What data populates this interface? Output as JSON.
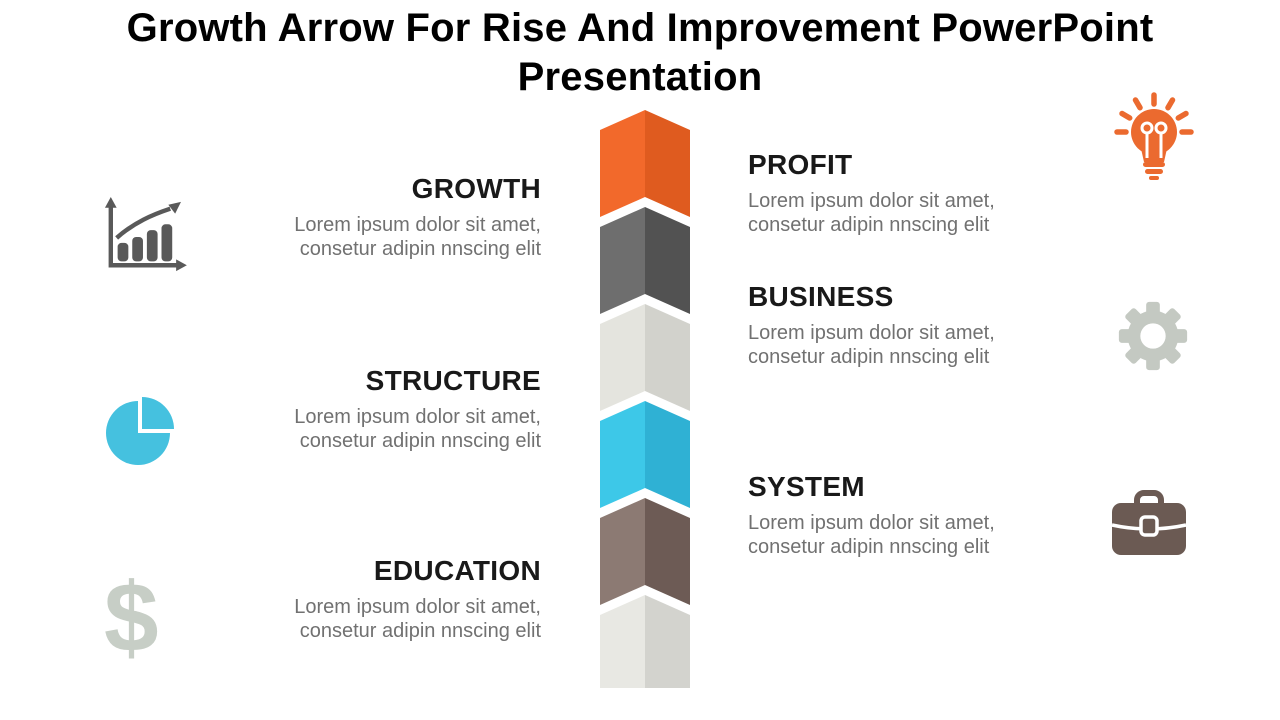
{
  "slide_title": "Growth Arrow For Rise And Improvement PowerPoint Presentation",
  "left_items": [
    {
      "label": "GROWTH",
      "description": "Lorem ipsum dolor sit amet, consetur adipin nnscing elit",
      "icon": "bar-chart-icon"
    },
    {
      "label": "STRUCTURE",
      "description": "Lorem ipsum dolor sit amet, consetur adipin nnscing elit",
      "icon": "pie-chart-icon"
    },
    {
      "label": "EDUCATION",
      "description": "Lorem ipsum dolor sit amet, consetur adipin nnscing elit",
      "icon": "dollar-sign-icon"
    }
  ],
  "right_items": [
    {
      "label": "PROFIT",
      "description": "Lorem ipsum dolor sit amet, consetur adipin nnscing elit",
      "icon": "lightbulb-icon"
    },
    {
      "label": "BUSINESS",
      "description": "Lorem ipsum dolor sit amet, consetur adipin nnscing elit",
      "icon": "gear-icon"
    },
    {
      "label": "SYSTEM",
      "description": "Lorem ipsum dolor sit amet, consetur adipin nnscing elit",
      "icon": "briefcase-icon"
    }
  ],
  "dollar_glyph": "$",
  "arrow": {
    "segments": [
      {
        "name": "orange",
        "left_color": "#F2692B",
        "right_color": "#DF5B1F"
      },
      {
        "name": "dark-gray",
        "left_color": "#6E6E6E",
        "right_color": "#525252"
      },
      {
        "name": "light-gray",
        "left_color": "#E4E4DE",
        "right_color": "#D2D2CC"
      },
      {
        "name": "cyan",
        "left_color": "#3DC8E8",
        "right_color": "#2FB1D4"
      },
      {
        "name": "taupe",
        "left_color": "#8C7A73",
        "right_color": "#6D5B55"
      },
      {
        "name": "light-gray-2",
        "left_color": "#E8E8E3",
        "right_color": "#D3D3CE"
      }
    ]
  },
  "colors": {
    "bar_chart": "#595959",
    "pie_chart": "#45C1DF",
    "dollar": "#C7CEC6",
    "lightbulb": "#EB6A2F",
    "gear": "#C4C9C2",
    "briefcase": "#6B5A53"
  }
}
